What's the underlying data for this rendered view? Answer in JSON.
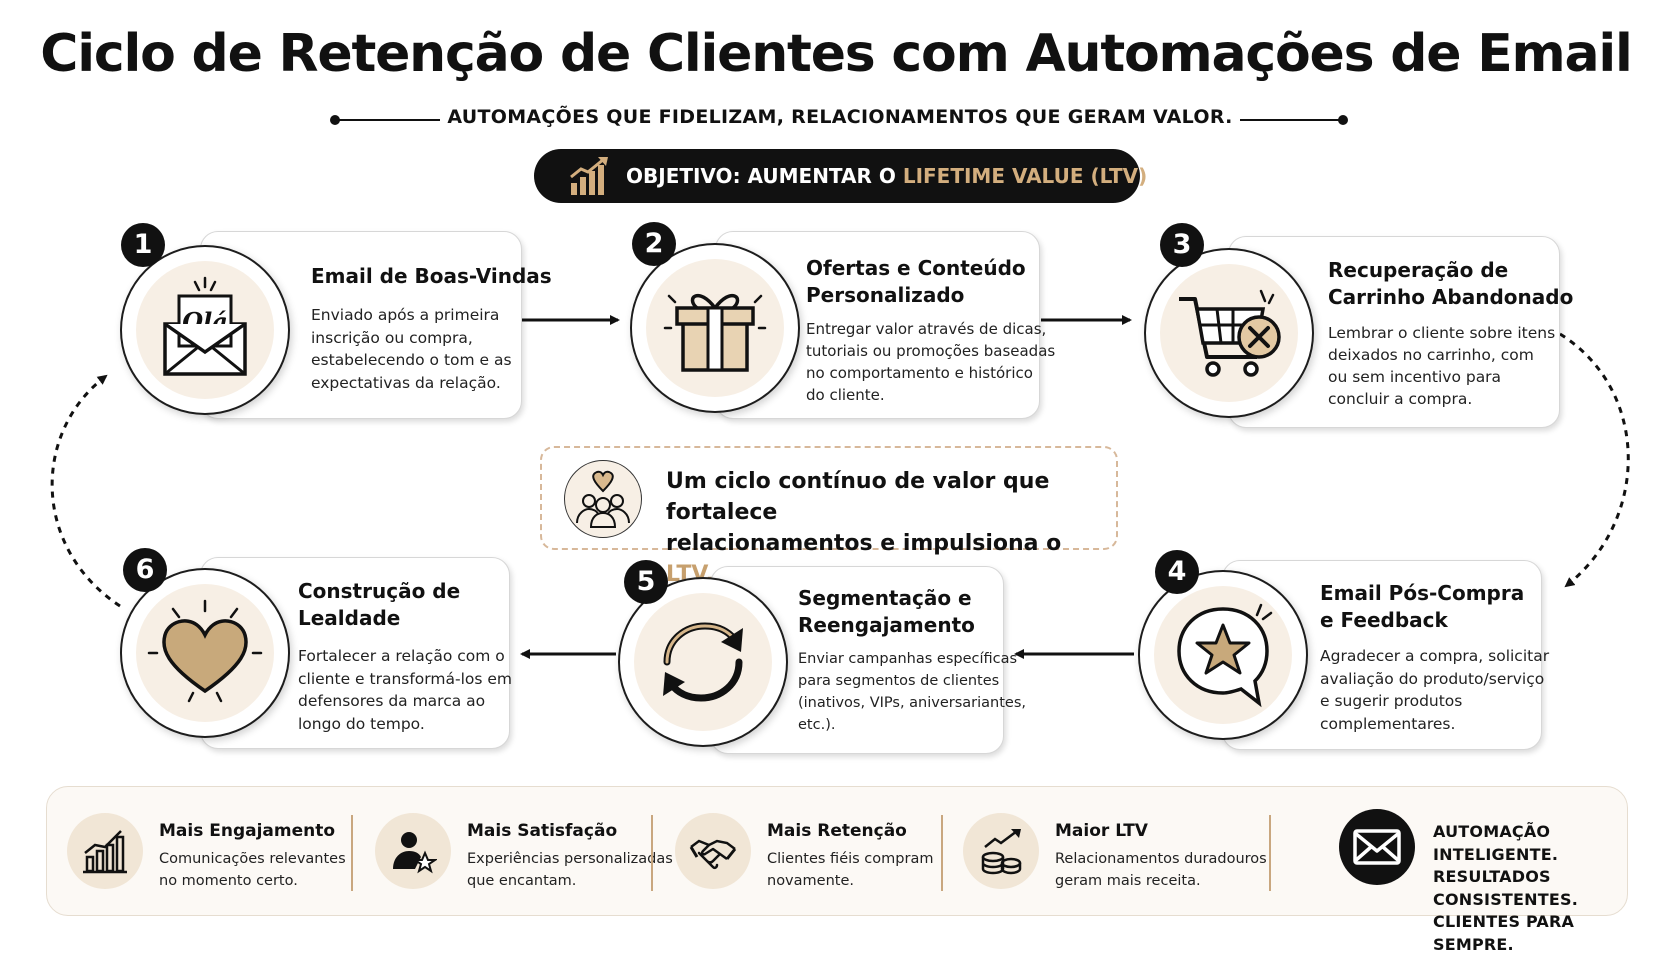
{
  "header": {
    "title": "Ciclo de Retenção de Clientes com Automações de Email",
    "subtitle": "AUTOMAÇÕES QUE FIDELIZAM, RELACIONAMENTOS QUE GERAM VALOR.",
    "objective_prefix": "OBJETIVO: AUMENTAR O ",
    "objective_highlight": "LIFETIME VALUE (LTV)",
    "objective_icon": "growth-chart-icon"
  },
  "steps": [
    {
      "number": "1",
      "title_line1": "Email de Boas-Vindas",
      "title_line2": "",
      "desc": [
        "Enviado após a primeira",
        "inscrição ou compra,",
        "estabelecendo o tom e as",
        "expectativas da relação."
      ],
      "icon": "envelope-hello-icon",
      "icon_text": "Olá"
    },
    {
      "number": "2",
      "title_line1": "Ofertas e Conteúdo",
      "title_line2": "Personalizado",
      "desc": [
        "Entregar valor através de dicas,",
        "tutoriais ou promoções baseadas",
        "no comportamento e histórico",
        "do cliente."
      ],
      "icon": "gift-icon"
    },
    {
      "number": "3",
      "title_line1": "Recuperação de",
      "title_line2": "Carrinho Abandonado",
      "desc": [
        "Lembrar o cliente sobre itens",
        "deixados no carrinho, com",
        "ou sem incentivo para",
        "concluir a compra."
      ],
      "icon": "cart-cancel-icon"
    },
    {
      "number": "4",
      "title_line1": "Email Pós-Compra",
      "title_line2": "e Feedback",
      "desc": [
        "Agradecer a compra, solicitar",
        "avaliação do produto/serviço",
        "e sugerir produtos",
        "complementares."
      ],
      "icon": "star-speech-icon"
    },
    {
      "number": "5",
      "title_line1": "Segmentação e",
      "title_line2": "Reengajamento",
      "desc": [
        "Enviar campanhas específicas",
        "para segmentos de clientes",
        "(inativos, VIPs, aniversariantes,",
        "etc.)."
      ],
      "icon": "refresh-cycle-icon"
    },
    {
      "number": "6",
      "title_line1": "Construção de",
      "title_line2": "Lealdade",
      "desc": [
        "Fortalecer a relação com o",
        "cliente e transformá-los em",
        "defensores da marca ao",
        "longo do tempo."
      ],
      "icon": "heart-icon"
    }
  ],
  "center_note": {
    "line1": "Um ciclo contínuo de valor que fortalece",
    "line2_prefix": "relacionamentos e impulsiona o ",
    "line2_highlight": "LTV.",
    "icon": "community-heart-icon"
  },
  "benefits": [
    {
      "title": "Mais Engajamento",
      "desc": [
        "Comunicações relevantes",
        "no momento certo."
      ],
      "icon": "bar-chart-icon"
    },
    {
      "title": "Mais Satisfação",
      "desc": [
        "Experiências personalizadas",
        "que encantam."
      ],
      "icon": "user-star-icon"
    },
    {
      "title": "Mais Retenção",
      "desc": [
        "Clientes fiéis compram",
        "novamente."
      ],
      "icon": "handshake-icon"
    },
    {
      "title": "Maior LTV",
      "desc": [
        "Relacionamentos duradouros",
        "geram mais receita."
      ],
      "icon": "coins-growth-icon"
    }
  ],
  "final": {
    "lines": [
      "AUTOMAÇÃO INTELIGENTE.",
      "RESULTADOS CONSISTENTES.",
      "CLIENTES PARA SEMPRE."
    ],
    "icon": "envelope-icon"
  },
  "colors": {
    "accent": "#c7a06e",
    "dark": "#111111",
    "cream": "#f7efe5"
  }
}
